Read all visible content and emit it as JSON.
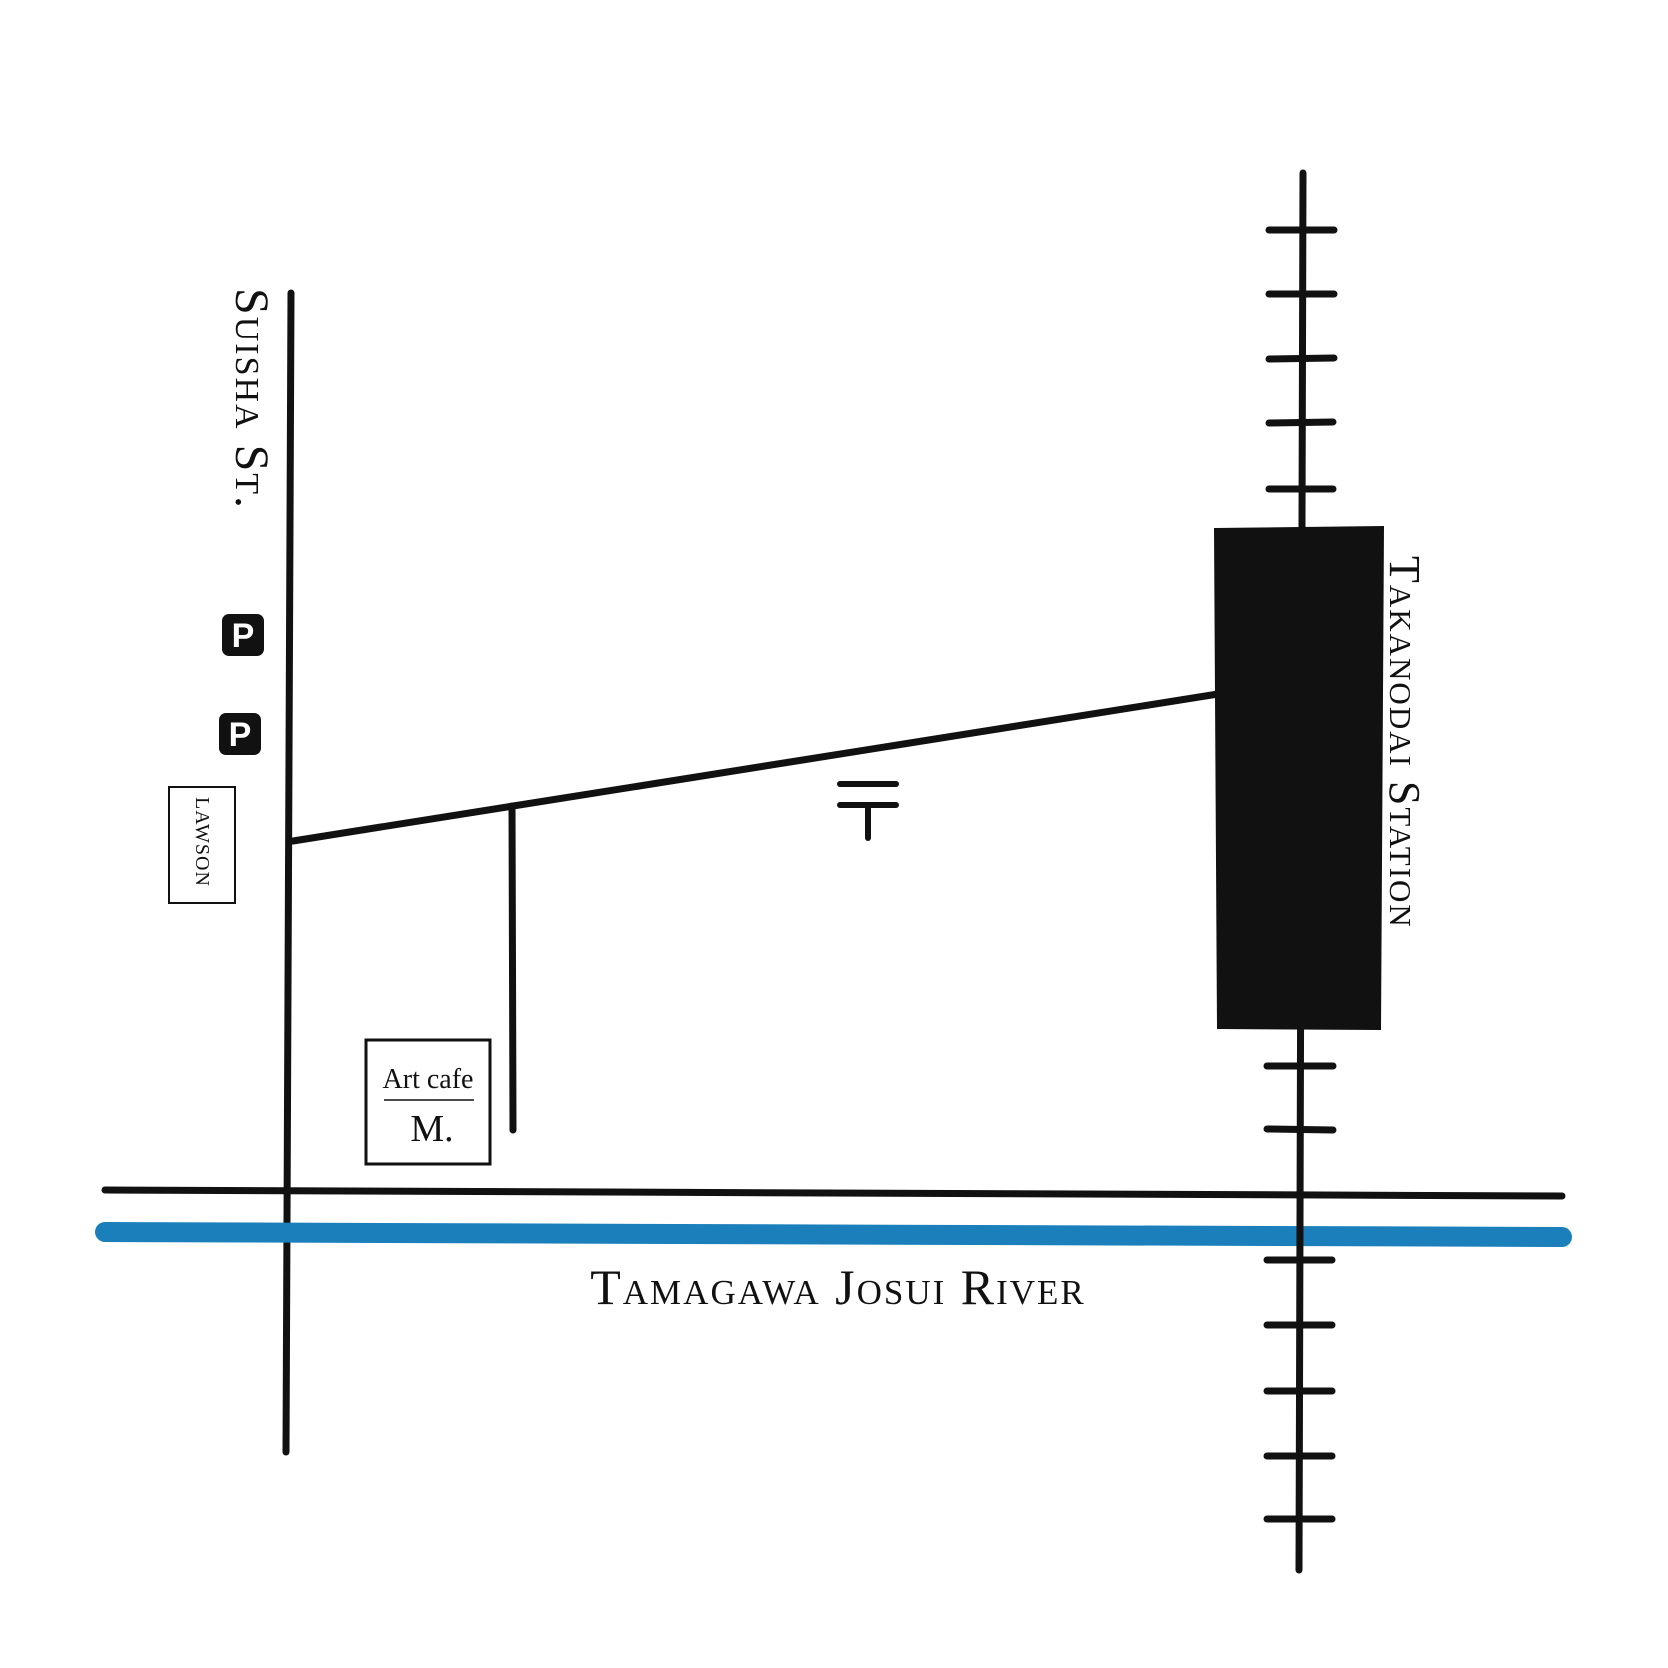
{
  "map": {
    "roads": {
      "street_name": "Suisha St."
    },
    "river": {
      "name": "Tamagawa Josui River",
      "color": "#1a7fbb"
    },
    "station": {
      "name": "Takanodai Station",
      "color": "#111111"
    },
    "landmarks": {
      "convenience_store": "LAWSON",
      "parking_1": "P",
      "parking_2": "P",
      "post_office_icon": "post-office-mark",
      "cafe_line_1": "Art cafe",
      "cafe_line_2": "M."
    }
  }
}
